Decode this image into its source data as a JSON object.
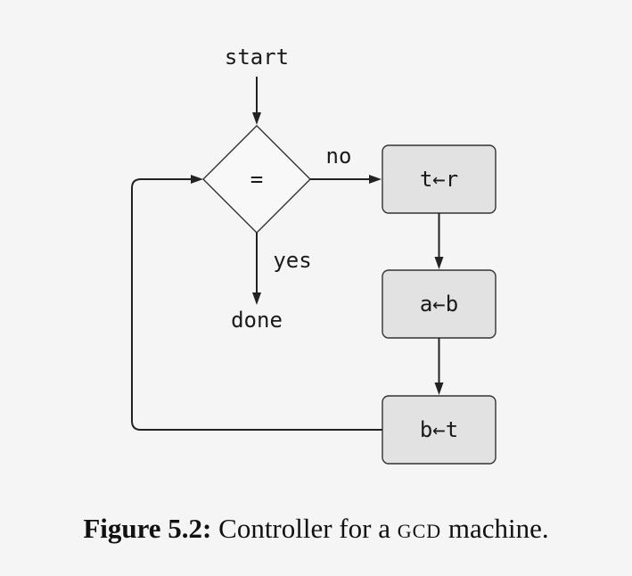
{
  "diagram": {
    "labels": {
      "start": "start",
      "test": "=",
      "no": "no",
      "yes": "yes",
      "done": "done"
    },
    "boxes": [
      "t←r",
      "a←b",
      "b←t"
    ]
  },
  "caption": {
    "label": "Figure 5.2:",
    "text_before": "Controller for a",
    "smallcaps": "gcd",
    "text_after": "machine."
  }
}
